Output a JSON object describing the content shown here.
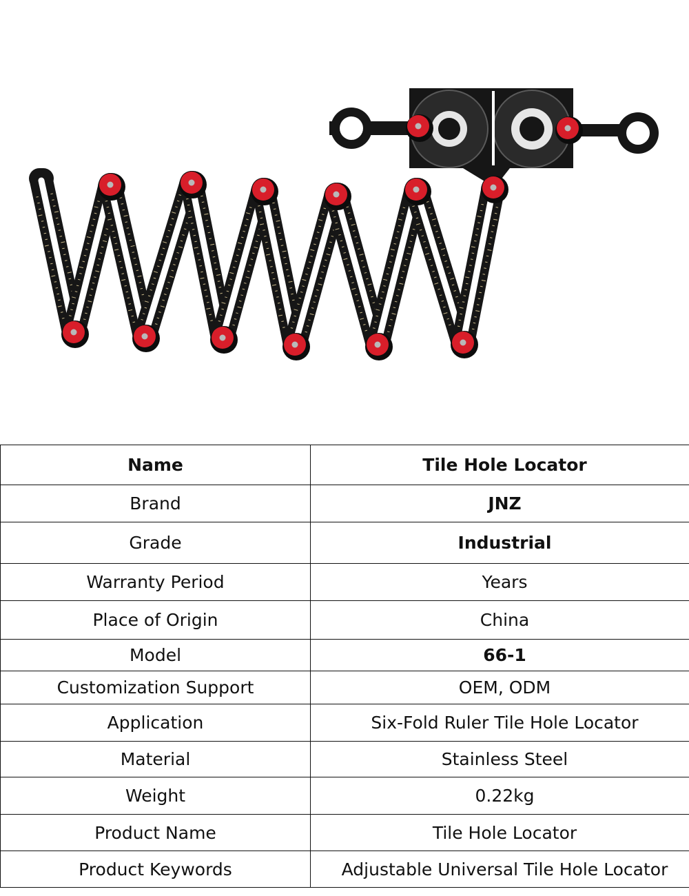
{
  "spec_table": {
    "rows": [
      {
        "label": "Name",
        "value": "Tile Hole Locator",
        "label_bold": true,
        "value_bold": true
      },
      {
        "label": "Brand",
        "value": "JNZ",
        "label_bold": false,
        "value_bold": true
      },
      {
        "label": "Grade",
        "value": "Industrial",
        "label_bold": false,
        "value_bold": true
      },
      {
        "label": "Warranty Period",
        "value": "Years",
        "label_bold": false,
        "value_bold": false
      },
      {
        "label": "Place of Origin",
        "value": "China",
        "label_bold": false,
        "value_bold": false
      },
      {
        "label": "Model",
        "value": "66-1",
        "label_bold": false,
        "value_bold": true
      },
      {
        "label": "Customization Support",
        "value": "OEM, ODM",
        "label_bold": false,
        "value_bold": false
      },
      {
        "label": "Application",
        "value": "Six-Fold Ruler Tile Hole Locator",
        "label_bold": false,
        "value_bold": false
      },
      {
        "label": "Material",
        "value": "Stainless Steel",
        "label_bold": false,
        "value_bold": false
      },
      {
        "label": "Weight",
        "value": "0.22kg",
        "label_bold": false,
        "value_bold": false
      },
      {
        "label": "Product Name",
        "value": "Tile Hole Locator",
        "label_bold": false,
        "value_bold": false
      },
      {
        "label": "Product Keywords",
        "value": "Adjustable Universal Tile Hole Locator",
        "label_bold": false,
        "value_bold": false
      }
    ]
  },
  "colors": {
    "ruler_body": "#161616",
    "pivot_red": "#d81e2a",
    "pivot_center": "#b9b9b9",
    "border": "#111111"
  }
}
